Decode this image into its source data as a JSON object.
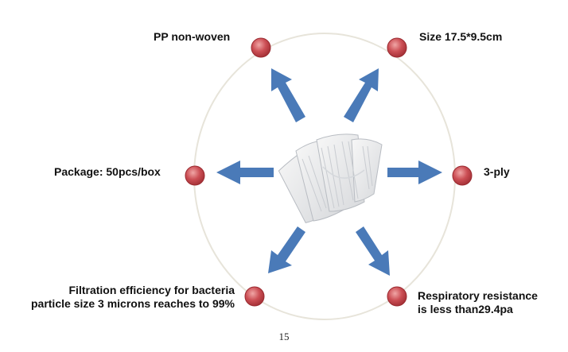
{
  "features": [
    {
      "id": "material",
      "text": "PP non-woven"
    },
    {
      "id": "size",
      "text": "Size 17.5*9.5cm"
    },
    {
      "id": "package",
      "text": "Package: 50pcs/box"
    },
    {
      "id": "ply",
      "text": "3-ply"
    },
    {
      "id": "filtration",
      "lines": [
        "Filtration efficiency  for bacteria",
        "particle size 3 microns reaches to 99%"
      ]
    },
    {
      "id": "resistance",
      "lines": [
        "Respiratory resistance",
        "is less than29.4pa"
      ]
    }
  ],
  "center_image": {
    "icon": "face-masks-image"
  },
  "page_number": "15",
  "colors": {
    "node": "#c8454b",
    "arrow": "#4a7ab8",
    "ring": "#e7e4da"
  }
}
